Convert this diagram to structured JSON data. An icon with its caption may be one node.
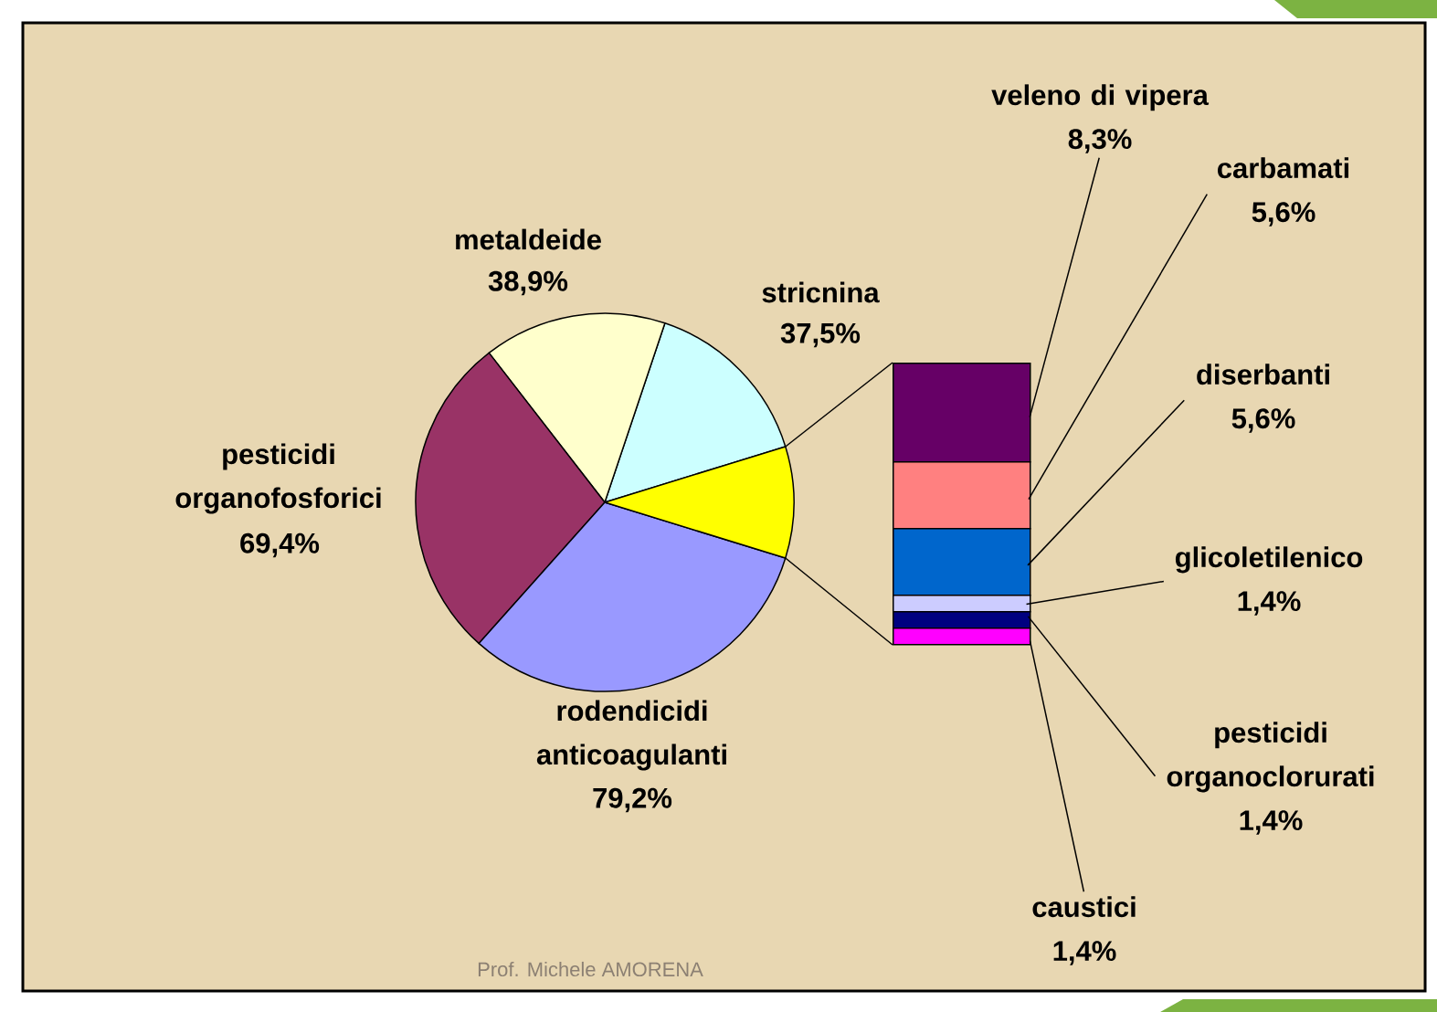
{
  "diagram": {
    "nodes": [
      {
        "text": [
          "veleno di vipera",
          "8,3%"
        ]
      },
      {
        "text": [
          "carbamati",
          "5,6%"
        ]
      },
      {
        "text": [
          "diserbanti",
          "5,6%"
        ]
      },
      {
        "text": [
          "glicoletilenico",
          "1,4%"
        ]
      },
      {
        "text": [
          "pesticidi organoclorurati",
          "1,4%"
        ]
      },
      {
        "text": [
          "caustici",
          "1,4%"
        ]
      },
      {
        "text": [],
        "shape": "bar"
      },
      {
        "text": [],
        "shape": "bar"
      },
      {
        "text": [],
        "shape": "bar"
      },
      {
        "text": [],
        "shape": "bar"
      },
      {
        "text": [],
        "shape": "bar"
      },
      {
        "text": [],
        "shape": "bar"
      }
    ],
    "edges": [
      {
        "from": 0,
        "to": 6,
        "arrow": "none"
      },
      {
        "from": 1,
        "to": 7,
        "arrow": "none"
      },
      {
        "from": 2,
        "to": 8,
        "arrow": "none"
      },
      {
        "from": 3,
        "to": 9,
        "arrow": "none"
      },
      {
        "from": 4,
        "to": 10,
        "arrow": "none"
      },
      {
        "from": 5,
        "to": 11,
        "arrow": "none"
      }
    ],
    "labels": [
      "metaldeide",
      "38,9%",
      "stricnina",
      "37,5%",
      "pesticidi organofosforici",
      "69,4%",
      "rodendicidi anticoagulanti",
      "79,2%",
      "Prof. Michele AMORENA"
    ]
  }
}
